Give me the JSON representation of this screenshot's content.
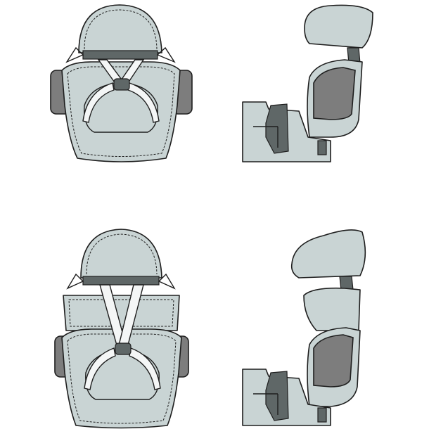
{
  "colors": {
    "seat": "#c9d4d4",
    "pad": "#7d7d7d",
    "dark": "#5f6767",
    "line": "#1e1e1e"
  },
  "views": [
    {
      "id": "front-booster-with-harness"
    },
    {
      "id": "side-booster-with-harness"
    },
    {
      "id": "front-highback-with-belt"
    },
    {
      "id": "side-highback-with-belt"
    }
  ]
}
